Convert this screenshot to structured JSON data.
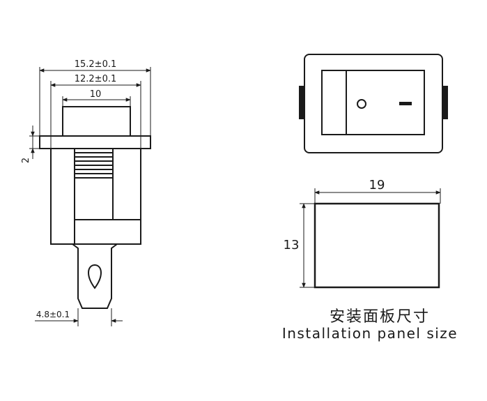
{
  "dimensions": {
    "width_outer": "15.2±0.1",
    "width_mid": "12.2±0.1",
    "width_inner": "10",
    "flange_thickness": "2",
    "terminal_width": "4.8±0.1",
    "panel_width": "19",
    "panel_height": "13"
  },
  "caption": {
    "chinese": "安装面板尺寸",
    "english": "Installation panel size"
  },
  "colors": {
    "line": "#1a1a1a",
    "background": "#ffffff"
  }
}
